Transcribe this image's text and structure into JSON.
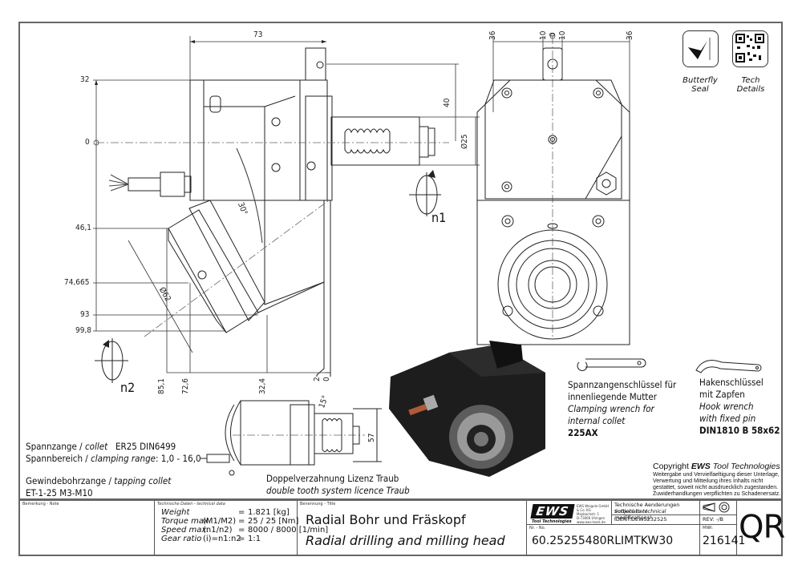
{
  "drawing": {
    "side_view": {
      "top_width": "73",
      "vertical_dims": [
        "32",
        "0",
        "46,1",
        "74,665",
        "93",
        "99,8"
      ],
      "horizontal_dims": [
        "85,1",
        "72,6",
        "32,4",
        "2",
        "0"
      ],
      "angle": "30°",
      "diameter_collet": "Ø62",
      "spindle_diameter": "Ø25",
      "spindle_offset": "40",
      "rotation_labels": [
        "n1",
        "n2"
      ]
    },
    "front_view": {
      "dims": [
        "36",
        "10",
        "0",
        "10",
        "36"
      ]
    },
    "bottom_view": {
      "angle": "15°",
      "height": "57",
      "note_de": "Doppelverzahnung Lizenz Traub",
      "note_en": "double tooth system licence Traub"
    }
  },
  "badges": [
    {
      "name": "butterfly-seal",
      "caption_line1": "Butterfly",
      "caption_line2": "Seal"
    },
    {
      "name": "tech-details",
      "caption_line1": "Tech",
      "caption_line2": "Details"
    }
  ],
  "collet_info": {
    "line1_de": "Spannzange /",
    "line1_en": "collet",
    "line1_val": "ER25    DIN6499",
    "line2_de": "Spannbereich /",
    "line2_en": "clamping range",
    "line2_val": ": 1,0 - 16,0",
    "line3_de": "Gewindebohrzange /",
    "line3_en": "tapping collet",
    "line4": "ET-1-25   M3-M10"
  },
  "wrenches": [
    {
      "de_1": "Spannzangenschlüssel für",
      "de_2": "innenliegende Mutter",
      "en_1": "Clamping wrench for",
      "en_2": "internal collet",
      "code": "225AX"
    },
    {
      "de_1": "Hakenschlüssel",
      "de_2": "mit Zapfen",
      "en_1": "Hook wrench",
      "en_2": "with fixed pin",
      "code": "DIN1810 B 58x62"
    }
  ],
  "copyright": {
    "prefix": "Copyright",
    "brand": "EWS",
    "suffix": "Tool Technologies",
    "lines": [
      "Weitergabe und Vervielfaeltigung dieser Unterlage,",
      "Verwertung und Mitteilung ihres Inhalts nicht",
      "gestattet, soweit nicht ausdruecklich zugestanden.",
      "Zuwiderhandlungen verpflichten zu Schadenersatz."
    ]
  },
  "title_block": {
    "note_label": "Bemerkung - Note",
    "tech_label": "Technische Daten - technical data",
    "specs": [
      {
        "label": "Weight",
        "param": "",
        "eq": "=",
        "value": "1.821 [kg]"
      },
      {
        "label": "Torque max.",
        "param": "(M1/M2)",
        "eq": "=",
        "value": "25 / 25 [Nm]"
      },
      {
        "label": "Speed max.",
        "param": "(n1/n2)",
        "eq": "=",
        "value": "8000 / 8000 [1/min]"
      },
      {
        "label": "Gear ratio",
        "param": "(i)=n1:n2",
        "eq": "=",
        "value": "1:1"
      }
    ],
    "title_label": "Benennung - Title",
    "title_de": "Radial Bohr und Fräskopf",
    "title_en": "Radial drilling and milling head",
    "logo": "EWS",
    "logo_sub": "Tool Technologies",
    "address": [
      "EWS Weigele GmbH & Co. KG",
      "Maybachstr. 1",
      "D-73066 Uhingen",
      "www.ews-tools.de"
    ],
    "changes_de": "Technische Aenderungen vorbehalten!",
    "changes_en": "Subject to technical modifications!",
    "ident_label": "IDENT:",
    "ident_value": "DEWS232525",
    "rev_label": "REV:",
    "rev_value": "-/B",
    "nr_label": "Nr. - No.",
    "part_number": "60.25255480RLIMTKW30",
    "mnr_label": "MNR:",
    "mnr_value": "216141",
    "qr_label": "QR"
  }
}
